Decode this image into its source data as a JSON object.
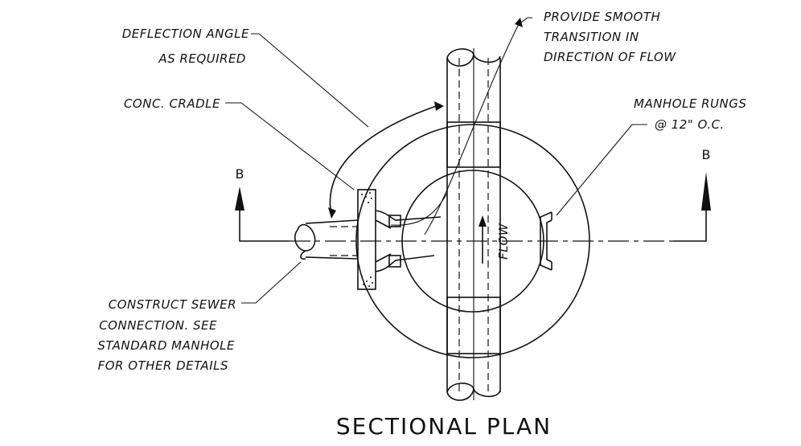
{
  "title": "SECTIONAL PLAN",
  "labels": {
    "deflection_line1": "DEFLECTION ANGLE",
    "deflection_line2": "AS REQUIRED",
    "cradle": "CONC. CRADLE",
    "transition_line1": "PROVIDE SMOOTH",
    "transition_line2": "TRANSITION IN",
    "transition_line3": "DIRECTION OF FLOW",
    "rungs_line1": "MANHOLE RUNGS",
    "rungs_line2": "@ 12\" O.C.",
    "connection_line1": "CONSTRUCT SEWER",
    "connection_line2": "CONNECTION. SEE",
    "connection_line3": "STANDARD MANHOLE",
    "connection_line4": "FOR OTHER DETAILS",
    "flow": "FLOW",
    "section_left": "B",
    "section_right": "B"
  }
}
